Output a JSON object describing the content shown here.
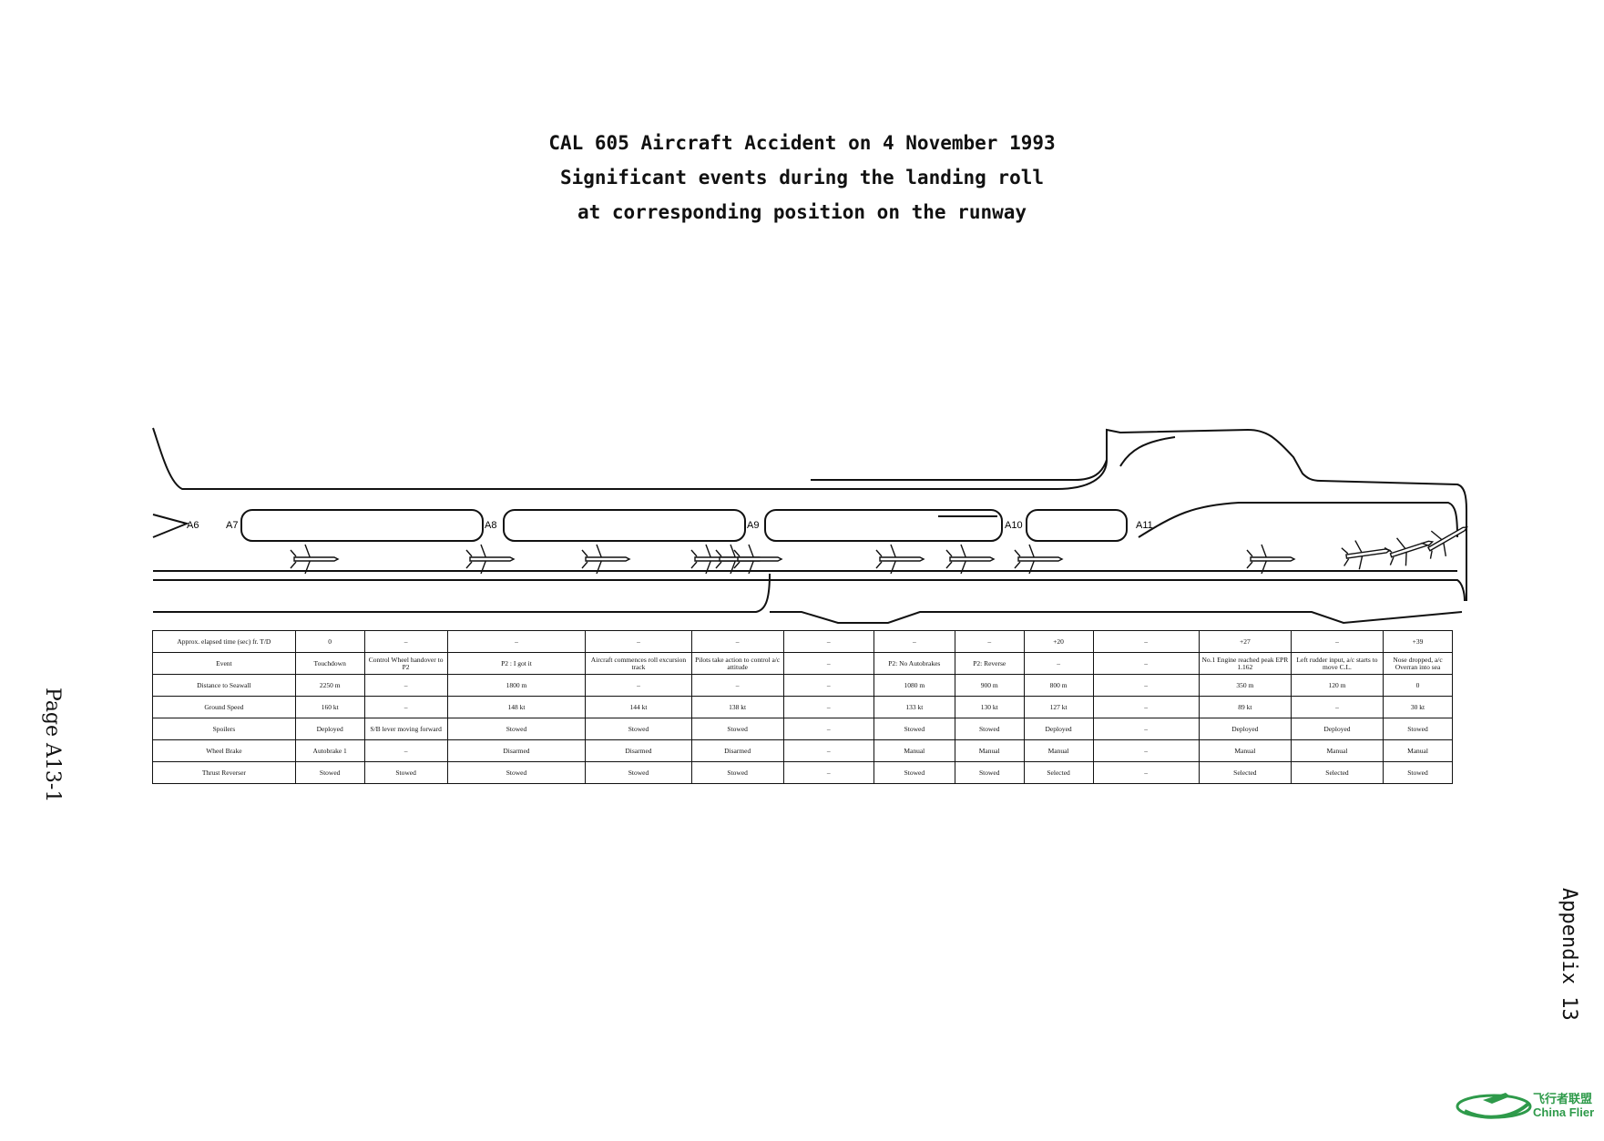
{
  "title": {
    "line1": "CAL 605 Aircraft Accident on 4 November 1993",
    "line2": "Significant events during the landing roll",
    "line3": "at corresponding position on the runway"
  },
  "side_left": "Page A13-1",
  "side_right": "Appendix 13",
  "taxiways": [
    "A6",
    "A7",
    "A8",
    "A9",
    "A10",
    "A11"
  ],
  "table": {
    "row_headers": [
      "Approx. elapsed time (sec) fr. T/D",
      "Event",
      "Distance to Seawall",
      "Ground Speed",
      "Spoilers",
      "Wheel Brake",
      "Thrust Reverser"
    ],
    "columns": [
      [
        "0",
        "Touchdown",
        "2250 m",
        "160 kt",
        "Deployed",
        "Autobrake 1",
        "Stowed"
      ],
      [
        "–",
        "Control Wheel handover to P2",
        "–",
        "–",
        "S/B lever moving forward",
        "–",
        "Stowed"
      ],
      [
        "–",
        "P2 : I got it",
        "1800 m",
        "148 kt",
        "Stowed",
        "Disarmed",
        "Stowed"
      ],
      [
        "–",
        "Aircraft commences roll excursion track",
        "–",
        "144 kt",
        "Stowed",
        "Disarmed",
        "Stowed"
      ],
      [
        "–",
        "Pilots take action to control a/c attitude",
        "–",
        "138 kt",
        "Stowed",
        "Disarmed",
        "Stowed"
      ],
      [
        "–",
        "–",
        "–",
        "–",
        "–",
        "–",
        "–"
      ],
      [
        "–",
        "P2: No Autobrakes",
        "1080 m",
        "133 kt",
        "Stowed",
        "Manual",
        "Stowed"
      ],
      [
        "–",
        "P2: Reverse",
        "900 m",
        "130 kt",
        "Stowed",
        "Manual",
        "Stowed"
      ],
      [
        "+20",
        "–",
        "800 m",
        "127 kt",
        "Deployed",
        "Manual",
        "Selected"
      ],
      [
        "–",
        "–",
        "–",
        "–",
        "–",
        "–",
        "–"
      ],
      [
        "+27",
        "No.1 Engine reached peak EPR 1.162",
        "350 m",
        "89 kt",
        "Deployed",
        "Manual",
        "Selected"
      ],
      [
        "–",
        "Left rudder input, a/c starts to move C.L.",
        "120 m",
        "–",
        "Deployed",
        "Manual",
        "Selected"
      ],
      [
        "+39",
        "Nose dropped, a/c Overran into sea",
        "0",
        "30 kt",
        "Stowed",
        "Manual",
        "Stowed"
      ]
    ]
  },
  "logo": {
    "cn": "飞行者联盟",
    "en": "China Flier",
    "color": "#2e9a4a"
  }
}
